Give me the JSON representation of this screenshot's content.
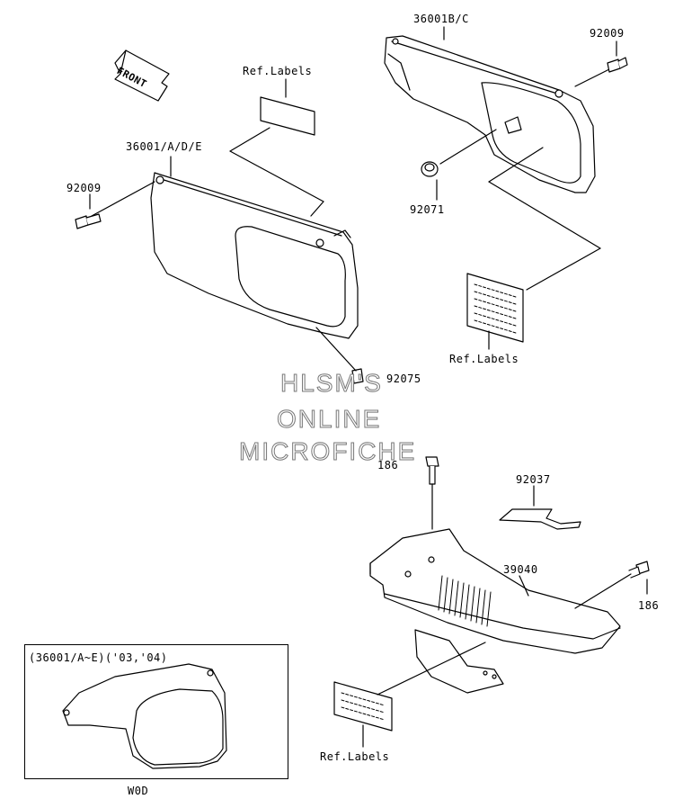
{
  "labels": {
    "front": "FRONT",
    "ref_labels_top": "Ref.Labels",
    "part_36001_left": "36001/A/D/E",
    "part_92009_left": "92009",
    "part_36001_right": "36001B/C",
    "part_92009_right": "92009",
    "part_92071": "92071",
    "ref_labels_right": "Ref.Labels",
    "part_92075": "92075",
    "part_186_top": "186",
    "part_92037": "92037",
    "part_39040": "39040",
    "part_186_right": "186",
    "ref_labels_bottom": "Ref.Labels",
    "inset_title": "(36001/A~E)('03,'04)",
    "inset_caption": "W0D"
  },
  "watermark": {
    "line1": "HLSM'S",
    "line2": "ONLINE",
    "line3": "MICROFICHE"
  }
}
